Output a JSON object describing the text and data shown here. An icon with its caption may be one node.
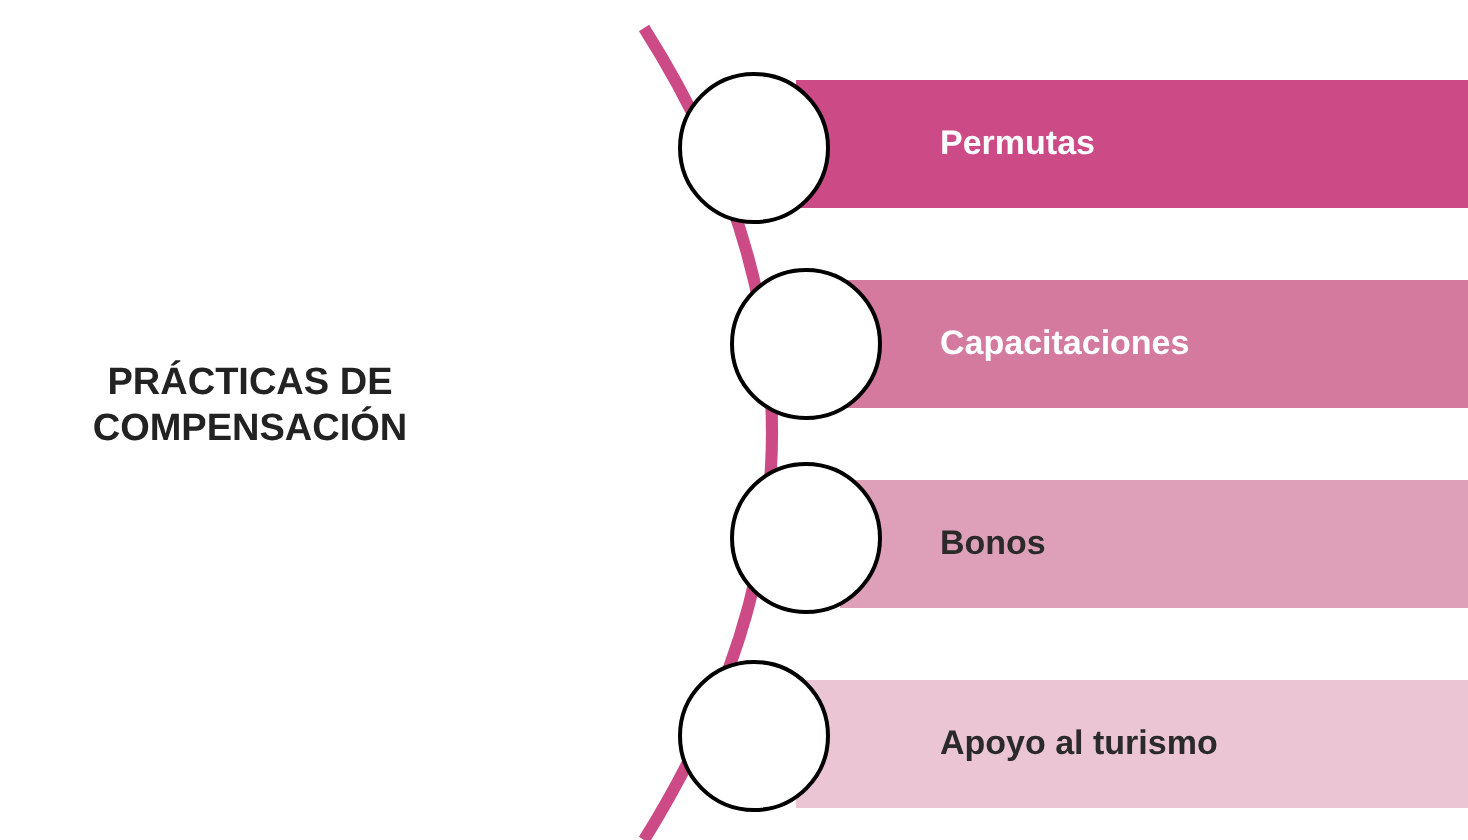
{
  "diagram": {
    "title": "PRÁCTICAS DE COMPENSACIÓN",
    "nodes": [
      {
        "text": [],
        "shape": "circle"
      },
      {
        "text": [
          "Permutas"
        ]
      },
      {
        "text": [],
        "shape": "circle"
      },
      {
        "text": [
          "Capacitaciones"
        ]
      },
      {
        "text": [],
        "shape": "circle"
      },
      {
        "text": [
          "Bonos"
        ]
      },
      {
        "text": [],
        "shape": "circle"
      },
      {
        "text": [
          "Apoyo al turismo"
        ]
      }
    ]
  }
}
